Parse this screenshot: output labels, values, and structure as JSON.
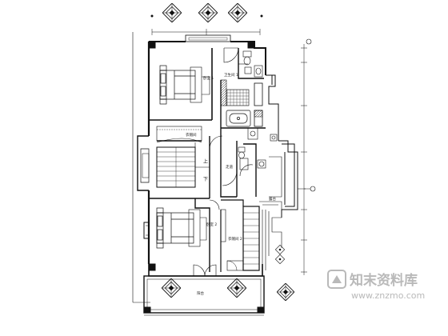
{
  "room_labels": {
    "bedroom_top": "卧室 1",
    "bath_top": "卫生间 1",
    "closet": "衣帽间",
    "corridor": "走道",
    "bedroom_bottom": "卧室 2",
    "walk_in": "衣帽间 2",
    "balcony": "阳台",
    "terrace": "露台"
  },
  "stair_labels": {
    "up": "上",
    "down": "下"
  },
  "axis_markers": [
    {
      "id": "axis-mark-upper",
      "label": ""
    },
    {
      "id": "axis-mark-lower",
      "label": ""
    }
  ],
  "watermark": {
    "text": "知末资料库",
    "url": "www.znzmo.com"
  },
  "colors": {
    "line": "#111111",
    "watermark": "#b9b9b9",
    "background": "#ffffff"
  },
  "icons": [
    "ornamental-tile-icon",
    "bed-icon",
    "bathtub-icon",
    "toilet-icon",
    "door-swing-icon",
    "watermark-logo-icon"
  ]
}
